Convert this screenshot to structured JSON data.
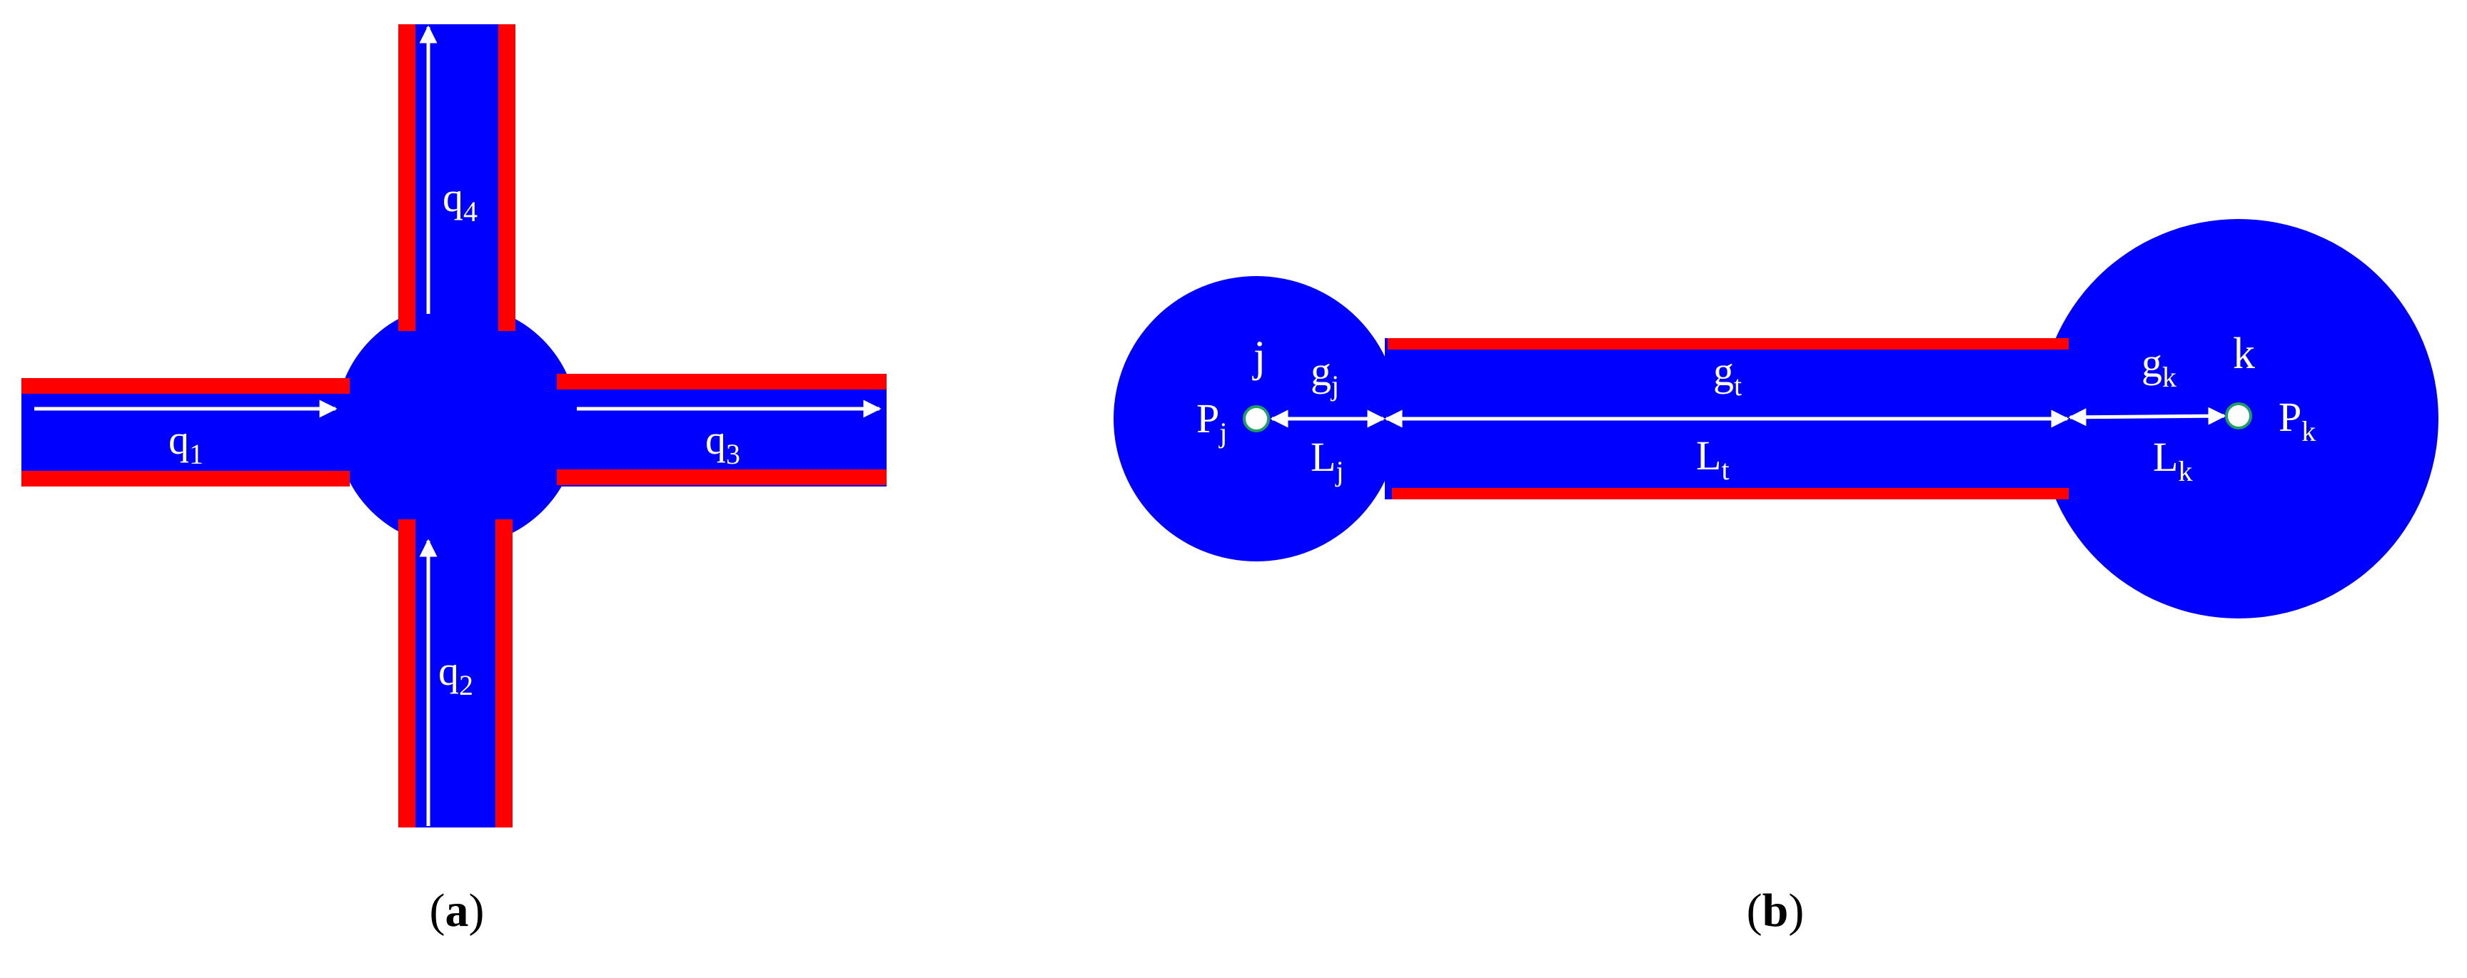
{
  "colors": {
    "fluid": "#0000ff",
    "wall": "#ff0000",
    "arrow": "#ffffff",
    "node_point": "#20a060"
  },
  "panel_a": {
    "caption_letter": "a",
    "flows": [
      {
        "base": "q",
        "sub": "1"
      },
      {
        "base": "q",
        "sub": "2"
      },
      {
        "base": "q",
        "sub": "3"
      },
      {
        "base": "q",
        "sub": "4"
      }
    ]
  },
  "panel_b": {
    "caption_letter": "b",
    "node_j": "j",
    "node_k": "k",
    "g_j": {
      "base": "g",
      "sub": "j"
    },
    "g_t": {
      "base": "g",
      "sub": "t"
    },
    "g_k": {
      "base": "g",
      "sub": "k"
    },
    "P_j": {
      "base": "P",
      "sub": "j"
    },
    "P_k": {
      "base": "P",
      "sub": "k"
    },
    "L_j": {
      "base": "L",
      "sub": "j"
    },
    "L_t": {
      "base": "L",
      "sub": "t"
    },
    "L_k": {
      "base": "L",
      "sub": "k"
    }
  }
}
